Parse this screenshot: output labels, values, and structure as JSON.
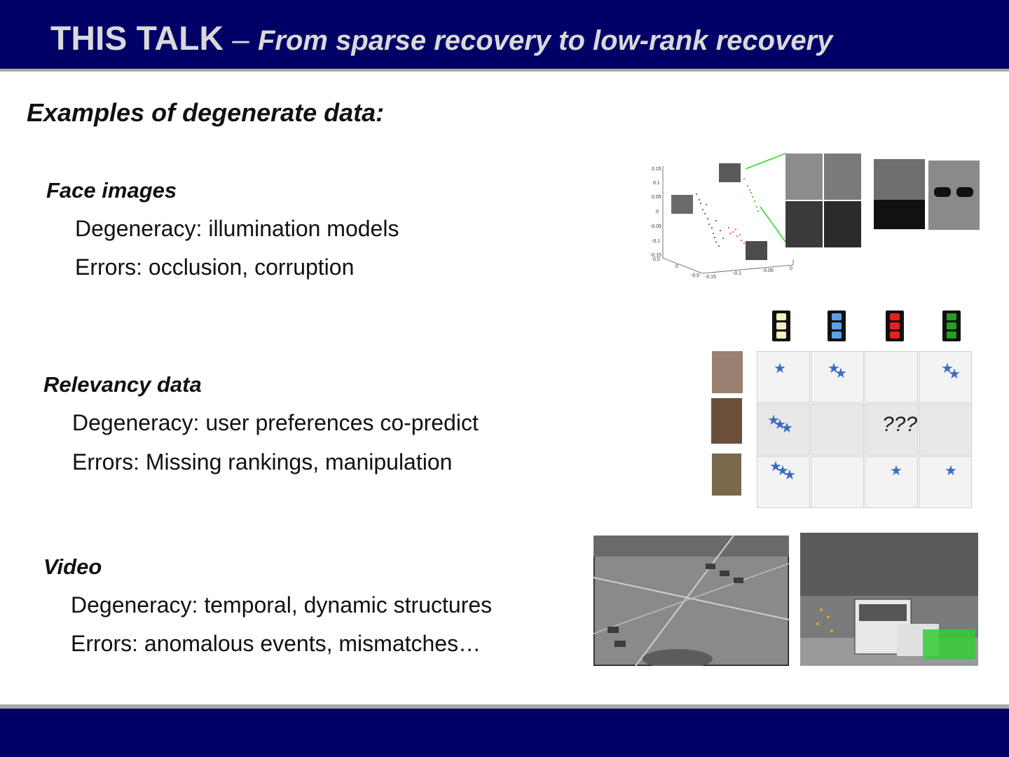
{
  "header": {
    "title_main": "THIS TALK",
    "title_dash": " – ",
    "title_sub": "From sparse recovery to low-rank recovery"
  },
  "heading": "Examples of degenerate data:",
  "sections": [
    {
      "title": "Face images",
      "lines": [
        "Degeneracy: illumination models",
        "Errors: occlusion, corruption"
      ]
    },
    {
      "title": "Relevancy data",
      "lines": [
        "Degeneracy: user preferences co-predict",
        "Errors: Missing rankings, manipulation"
      ]
    },
    {
      "title": "Video",
      "lines": [
        "Degeneracy: temporal, dynamic structures",
        "Errors: anomalous events, mismatches…"
      ]
    }
  ],
  "face_plot": {
    "y_ticks": [
      "0.15",
      "0.1",
      "0.05",
      "0",
      "-0.05",
      "-0.1",
      "-0.15"
    ],
    "x_ticks": [
      "0.5",
      "0",
      "-0.5",
      "-0.15",
      "-0.1",
      "-0.05",
      "0"
    ]
  },
  "rating_grid": {
    "unknown_label": "???",
    "film_colors": [
      "#f3efc0",
      "#5aa0e8",
      "#e52222",
      "#22a022"
    ],
    "star_color": "#3b6cc4"
  },
  "colors": {
    "header_bg": "#000066",
    "rule": "#a8a8a8",
    "title_text": "#d9d9d9"
  }
}
